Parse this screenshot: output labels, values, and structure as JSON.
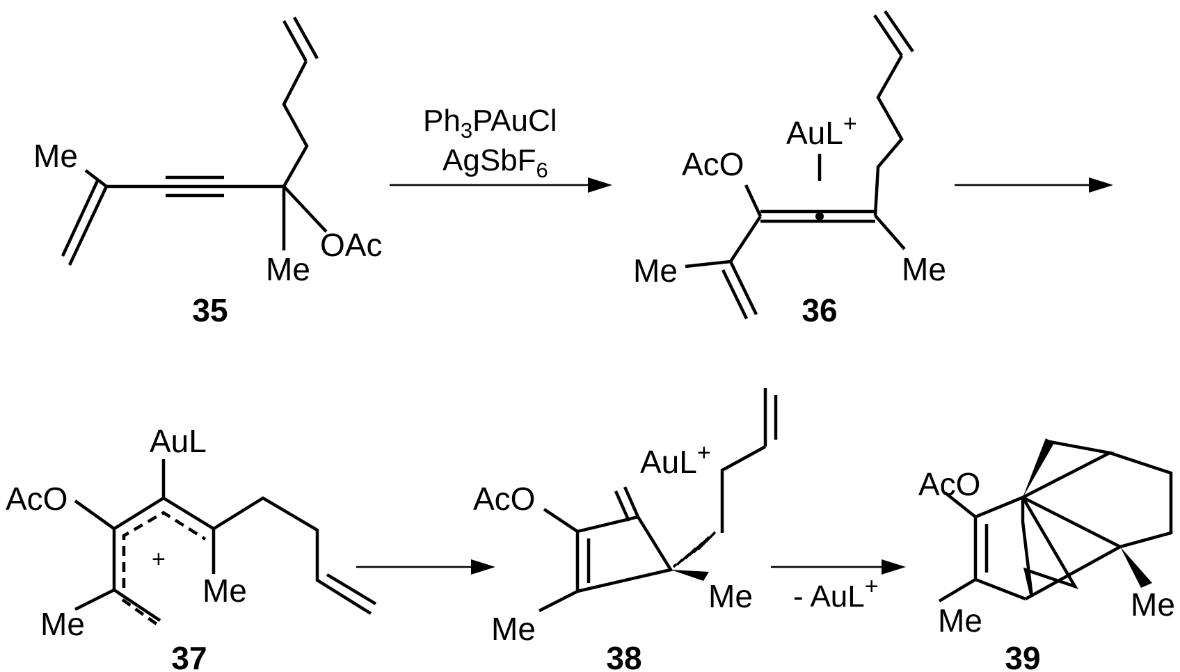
{
  "compounds": [
    {
      "id": "35",
      "labels": {
        "me_vinyl": "Me",
        "me_quat": "Me",
        "oac": "OAc"
      }
    },
    {
      "id": "36",
      "labels": {
        "aco": "AcO",
        "au": "AuL",
        "au_charge": "+",
        "me_left": "Me",
        "me_right": "Me"
      }
    },
    {
      "id": "37",
      "labels": {
        "au": "AuL",
        "aco": "AcO",
        "me_right": "Me",
        "me_left": "Me",
        "cation": "+"
      }
    },
    {
      "id": "38",
      "labels": {
        "au": "AuL",
        "au_charge": "+",
        "aco": "AcO",
        "me_ring": "Me",
        "me_quat": "Me"
      }
    },
    {
      "id": "39",
      "labels": {
        "aco": "AcO",
        "me_ring": "Me",
        "me_quat": "Me"
      }
    }
  ],
  "reaction_arrows": [
    {
      "step": "35 to 36",
      "reagents": [
        {
          "parts": [
            "Ph",
            "3",
            "PAuCl"
          ]
        },
        {
          "parts": [
            "AgSbF",
            "6"
          ]
        }
      ]
    },
    {
      "step": "36 to 37",
      "reagents": []
    },
    {
      "step": "37 to 38",
      "reagents": []
    },
    {
      "step": "38 to 39",
      "reagents": [
        {
          "parts": [
            "- AuL",
            "+"
          ]
        }
      ]
    }
  ]
}
